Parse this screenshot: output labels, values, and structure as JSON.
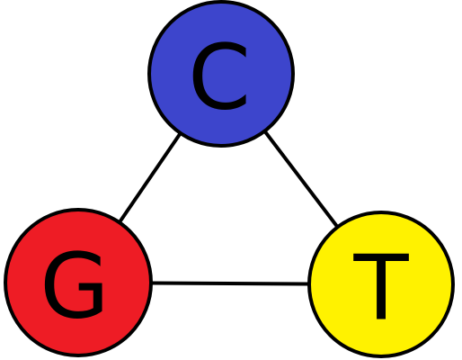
{
  "nodes": [
    {
      "id": "C",
      "label": "C",
      "color": "#3d45cc"
    },
    {
      "id": "G",
      "label": "G",
      "color": "#ee1c25"
    },
    {
      "id": "T",
      "label": "T",
      "color": "#fff200"
    }
  ],
  "edges": [
    {
      "from": "C",
      "to": "G"
    },
    {
      "from": "C",
      "to": "T"
    },
    {
      "from": "G",
      "to": "T"
    }
  ]
}
